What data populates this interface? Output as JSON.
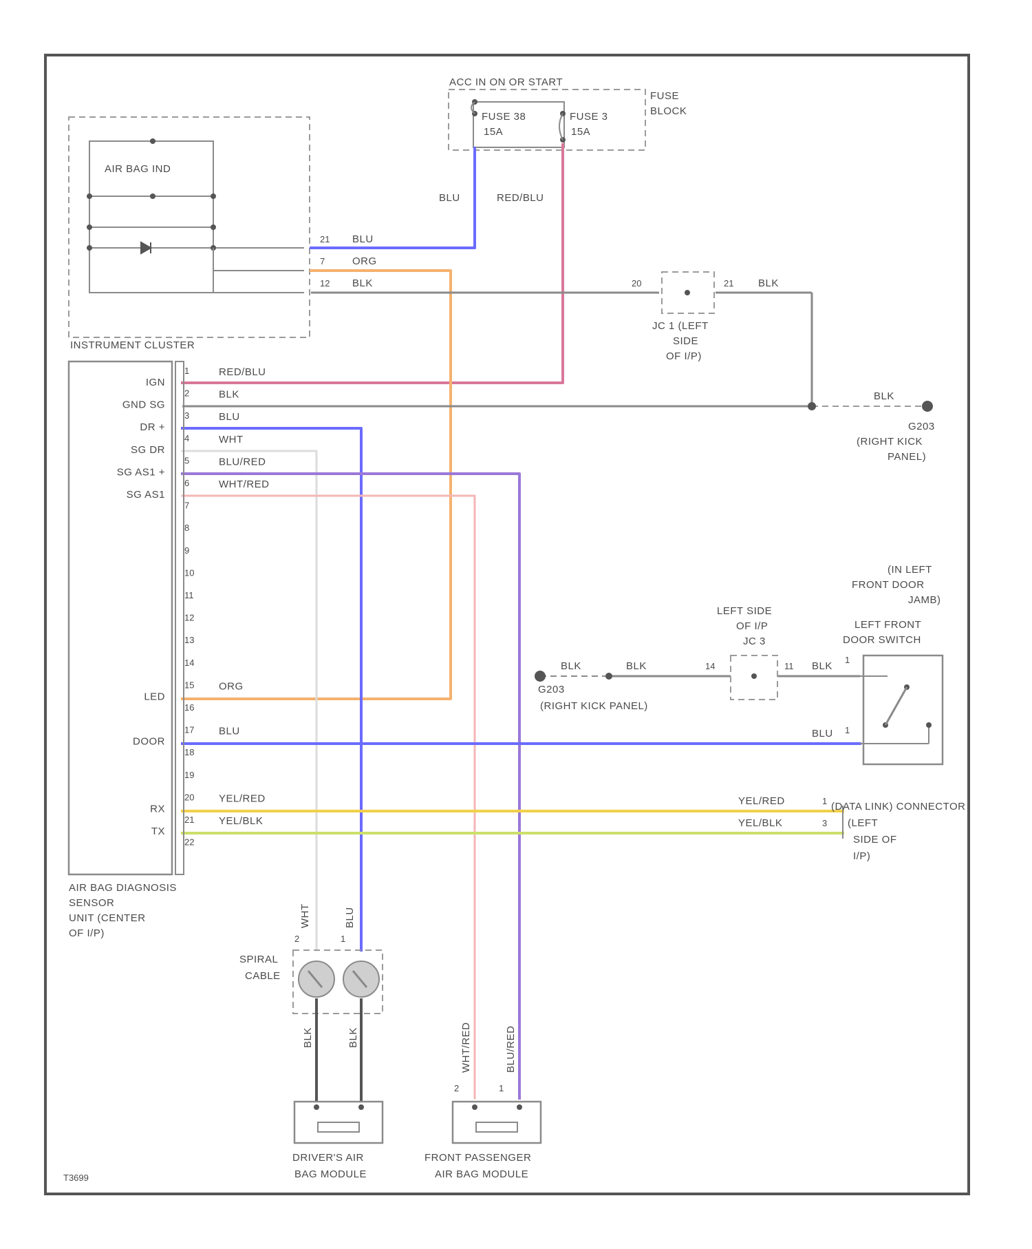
{
  "colors": {
    "blu": "#6b6bff",
    "red_blu": "#d9779a",
    "blk": "#8a8a8a",
    "org": "#f5b16e",
    "wht": "#dcdcdc",
    "blu_red": "#9a78d8",
    "wht_red": "#f4b6b6",
    "yel_red": "#f2d04a",
    "yel_blk": "#cbe06a",
    "frame": "#555555"
  },
  "power": {
    "header": "ACC IN ON OR START",
    "fuse_block": [
      "FUSE",
      "BLOCK"
    ],
    "fuse_a": [
      "FUSE 38",
      "15A"
    ],
    "fuse_b": [
      "FUSE 3",
      "15A"
    ],
    "wire_left": "BLU",
    "wire_right": "RED/BLU"
  },
  "cluster": {
    "title": "AIR BAG IND",
    "name": "INSTRUMENT CLUSTER",
    "pins": [
      {
        "num": "21",
        "color": "BLU"
      },
      {
        "num": "7",
        "color": "ORG"
      },
      {
        "num": "12",
        "color": "BLK"
      }
    ]
  },
  "jc1": {
    "pin_left": "20",
    "pin_right": "21",
    "wire": "BLK",
    "label": [
      "JC 1 (LEFT",
      "SIDE",
      "OF I/P)"
    ]
  },
  "ground_g203": {
    "wire": "BLK",
    "label": [
      "G203",
      "(RIGHT KICK",
      "PANEL)"
    ]
  },
  "sensor": {
    "terminals": [
      {
        "num": "1",
        "name": "IGN",
        "wire": "RED/BLU"
      },
      {
        "num": "2",
        "name": "GND SG",
        "wire": "BLK"
      },
      {
        "num": "3",
        "name": "DR +",
        "wire": "BLU"
      },
      {
        "num": "4",
        "name": "SG DR",
        "wire": "WHT"
      },
      {
        "num": "5",
        "name": "SG AS1 +",
        "wire": "BLU/RED"
      },
      {
        "num": "6",
        "name": "SG AS1",
        "wire": "WHT/RED"
      },
      {
        "num": "7",
        "name": "",
        "wire": ""
      },
      {
        "num": "8",
        "name": "",
        "wire": ""
      },
      {
        "num": "9",
        "name": "",
        "wire": ""
      },
      {
        "num": "10",
        "name": "",
        "wire": ""
      },
      {
        "num": "11",
        "name": "",
        "wire": ""
      },
      {
        "num": "12",
        "name": "",
        "wire": ""
      },
      {
        "num": "13",
        "name": "",
        "wire": ""
      },
      {
        "num": "14",
        "name": "",
        "wire": ""
      },
      {
        "num": "15",
        "name": "LED",
        "wire": "ORG"
      },
      {
        "num": "16",
        "name": "",
        "wire": ""
      },
      {
        "num": "17",
        "name": "DOOR",
        "wire": "BLU"
      },
      {
        "num": "18",
        "name": "",
        "wire": ""
      },
      {
        "num": "19",
        "name": "",
        "wire": ""
      },
      {
        "num": "20",
        "name": "RX",
        "wire": "YEL/RED"
      },
      {
        "num": "21",
        "name": "TX",
        "wire": "YEL/BLK"
      },
      {
        "num": "22",
        "name": "",
        "wire": ""
      }
    ],
    "label": [
      "AIR BAG DIAGNOSIS",
      "SENSOR",
      "UNIT (CENTER",
      "OF I/P)"
    ]
  },
  "door": {
    "location": [
      "(IN LEFT",
      "FRONT DOOR",
      "JAMB)"
    ],
    "switch_label": [
      "LEFT FRONT",
      "DOOR SWITCH"
    ],
    "jc3_label": [
      "LEFT SIDE",
      "OF I/P",
      "JC 3"
    ],
    "jc3_left_pin": "14",
    "jc3_right_pin": "11",
    "wire_blk": "BLK",
    "wire_blu": "BLU",
    "switch_pin_top": "1",
    "switch_pin_bottom": "1",
    "ground_label": [
      "G203",
      "(RIGHT KICK PANEL)"
    ]
  },
  "data_link": {
    "rx_wire": "YEL/RED",
    "tx_wire": "YEL/BLK",
    "pin_rx": "1",
    "pin_tx": "3",
    "label_lines": [
      "(DATA LINK) CONNECTOR",
      "(LEFT",
      "SIDE OF",
      "I/P)"
    ]
  },
  "spiral": {
    "label": [
      "SPIRAL",
      "CABLE"
    ],
    "top_wires": [
      "WHT",
      "BLU"
    ],
    "bottom_wires": [
      "BLK",
      "BLK"
    ],
    "pins": [
      "2",
      "1"
    ]
  },
  "driver_module": {
    "label": [
      "DRIVER'S AIR",
      "BAG MODULE"
    ]
  },
  "passenger_module": {
    "label": [
      "FRONT PASSENGER",
      "AIR BAG MODULE"
    ],
    "wires": [
      "WHT/RED",
      "BLU/RED"
    ],
    "pins": [
      "2",
      "1"
    ]
  },
  "figure_id": "T3699"
}
